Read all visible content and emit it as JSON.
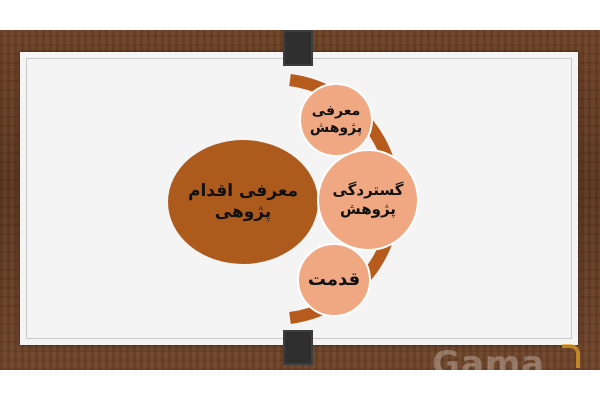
{
  "diagram": {
    "main_node": {
      "label": "معرفی اقدام\nپژوهی",
      "color": "#ad5a1d"
    },
    "items": [
      {
        "label": "معرفی\nپژوهش",
        "color": "#f0a882"
      },
      {
        "label": "گستردگی\nپژوهش",
        "color": "#f0a882"
      },
      {
        "label": "قدمت",
        "color": "#f0a882"
      }
    ],
    "arc_color": "#b65b1c"
  },
  "watermark": {
    "text": "Gama"
  }
}
